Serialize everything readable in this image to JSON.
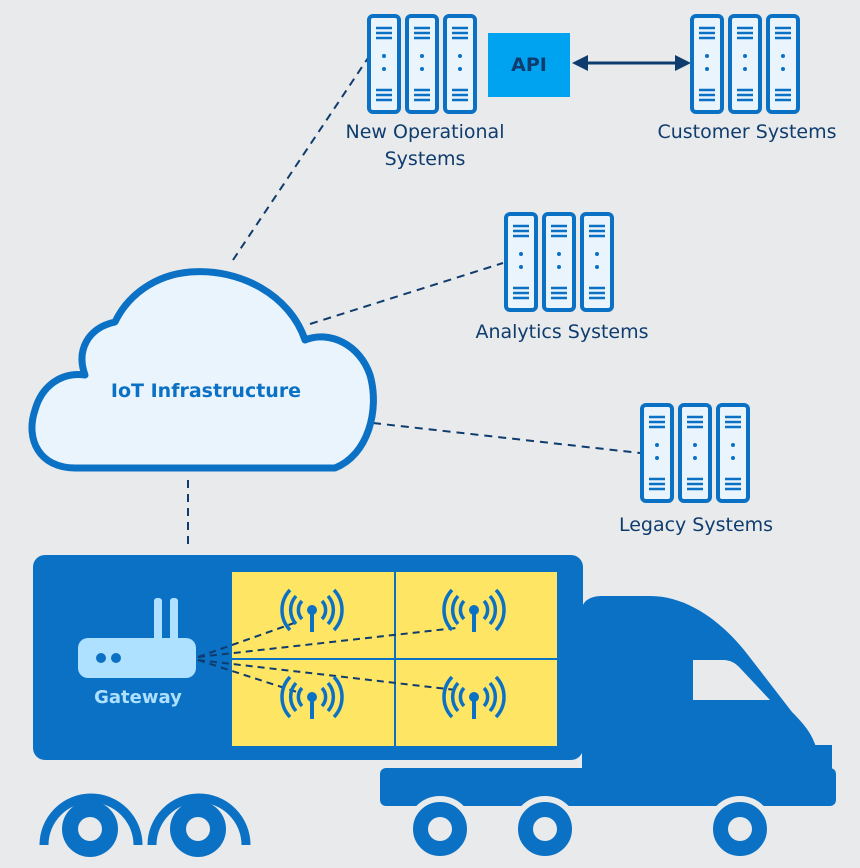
{
  "nodes": {
    "new_operational": {
      "label_line1": "New Operational",
      "label_line2": "Systems",
      "icon": "server-rack-icon"
    },
    "api": {
      "label": "API"
    },
    "customer": {
      "label": "Customer Systems",
      "icon": "server-rack-icon"
    },
    "analytics": {
      "label": "Analytics Systems",
      "icon": "server-rack-icon"
    },
    "legacy": {
      "label": "Legacy Systems",
      "icon": "server-rack-icon"
    },
    "cloud": {
      "label": "IoT Infrastructure",
      "icon": "cloud-icon"
    },
    "gateway": {
      "label": "Gateway",
      "icon": "router-icon"
    },
    "truck": {
      "icon": "truck-icon"
    },
    "sensors": {
      "count": 4,
      "icon": "wireless-sensor-icon"
    }
  },
  "colors": {
    "background": "#e9eaeb",
    "primary_blue": "#0b71c5",
    "dark_navy": "#0f3c6e",
    "api_blue": "#00a3f0",
    "cargo_yellow": "#ffe564",
    "gateway_light": "#aee0ff"
  }
}
